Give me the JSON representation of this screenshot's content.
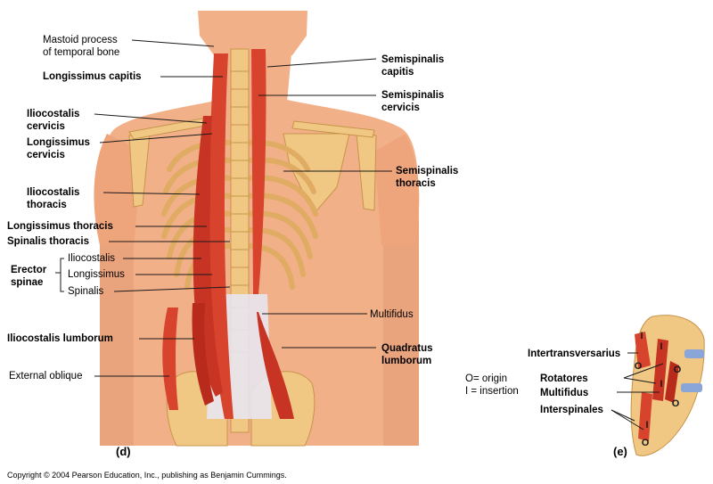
{
  "colors": {
    "skin": "#f2b088",
    "skin_shadow": "#e19770",
    "bone": "#f0c884",
    "bone_shadow": "#c7934a",
    "muscle": "#d8432e",
    "muscle_dark": "#a82418",
    "tendon": "#e8e6f0",
    "disc": "#8aa6d8",
    "leader": "#1a1a1a"
  },
  "labels": {
    "mastoid_1": "Mastoid process",
    "mastoid_2": "of temporal bone",
    "longissimus_capitis": "Longissimus capitis",
    "iliocostalis_cervicis_1": "Iliocostalis",
    "iliocostalis_cervicis_2": "cervicis",
    "longissimus_cervicis_1": "Longissimus",
    "longissimus_cervicis_2": "cervicis",
    "iliocostalis_thoracis_1": "Iliocostalis",
    "iliocostalis_thoracis_2": "thoracis",
    "longissimus_thoracis": "Longissimus thoracis",
    "spinalis_thoracis": "Spinalis thoracis",
    "erector_1": "Erector",
    "erector_2": "spinae",
    "iliocostalis": "Iliocostalis",
    "longissimus": "Longissimus",
    "spinalis": "Spinalis",
    "iliocostalis_lumborum": "Iliocostalis lumborum",
    "external_oblique": "External oblique",
    "semispinalis_capitis_1": "Semispinalis",
    "semispinalis_capitis_2": "capitis",
    "semispinalis_cervicis_1": "Semispinalis",
    "semispinalis_cervicis_2": "cervicis",
    "semispinalis_thoracis_1": "Semispinalis",
    "semispinalis_thoracis_2": "thoracis",
    "multifidus": "Multifidus",
    "quadratus_1": "Quadratus",
    "quadratus_2": "lumborum",
    "intertransversarius": "Intertransversarius",
    "rotatores": "Rotatores",
    "multifidus_e": "Multifidus",
    "interspinales": "Interspinales",
    "key_origin": "O= origin",
    "key_insertion": "I = insertion",
    "panel_d": "(d)",
    "panel_e": "(e)",
    "copyright": "Copyright © 2004 Pearson Education, Inc., publishing as Benjamin Cummings."
  },
  "markers": {
    "insertion": "I",
    "origin": "O"
  }
}
